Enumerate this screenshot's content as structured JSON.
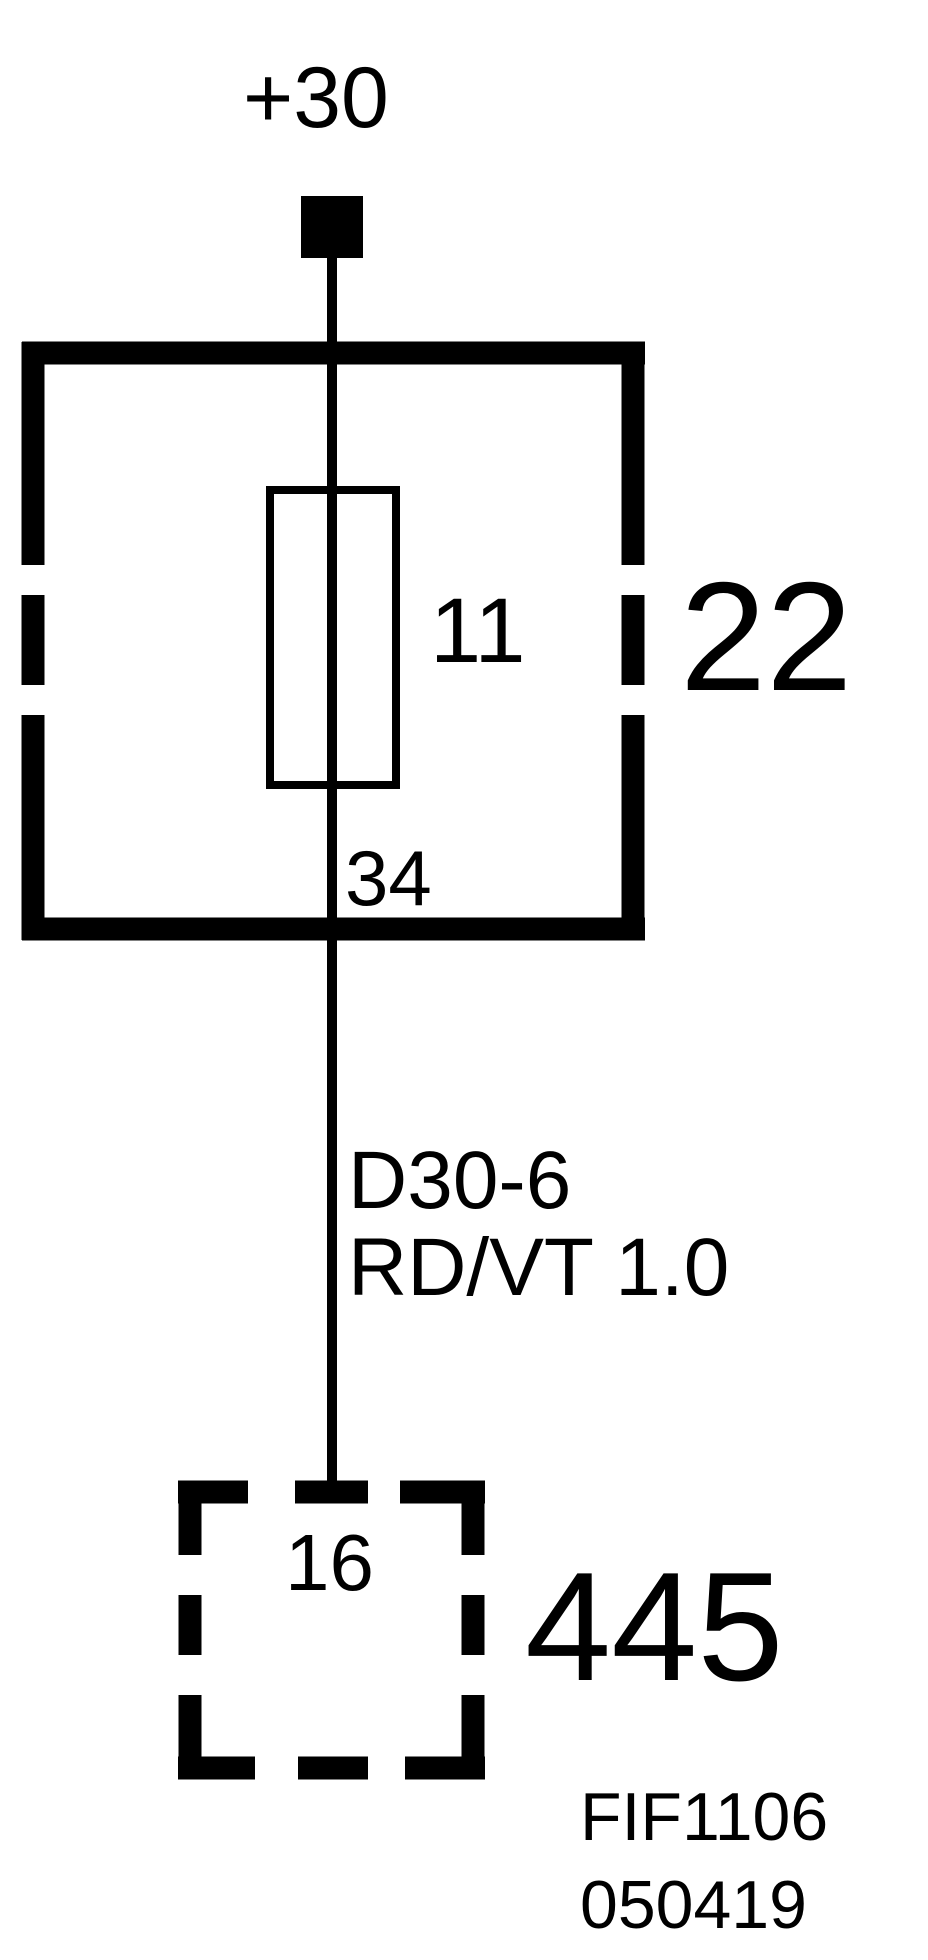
{
  "diagram": {
    "supply_label": "+30",
    "fuse_label": "11",
    "fuse_box_label": "22",
    "fuse_pin_label": "34",
    "wire_code": "D30-6",
    "wire_spec": "RD/VT 1.0",
    "connector_pin_label": "16",
    "connector_label": "445",
    "doc_code": "FIF1106",
    "doc_date": "050419",
    "line_color": "#000000",
    "background_color": "#ffffff"
  }
}
